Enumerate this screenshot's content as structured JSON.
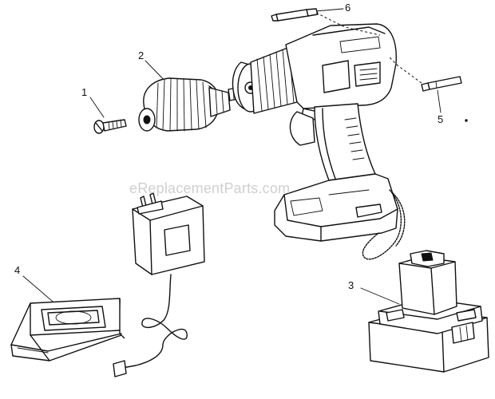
{
  "watermark": "eReplacementParts.com",
  "callouts": {
    "part1": "1",
    "part2": "2",
    "part3": "3",
    "part4": "4",
    "part5": "5",
    "part6": "6"
  }
}
